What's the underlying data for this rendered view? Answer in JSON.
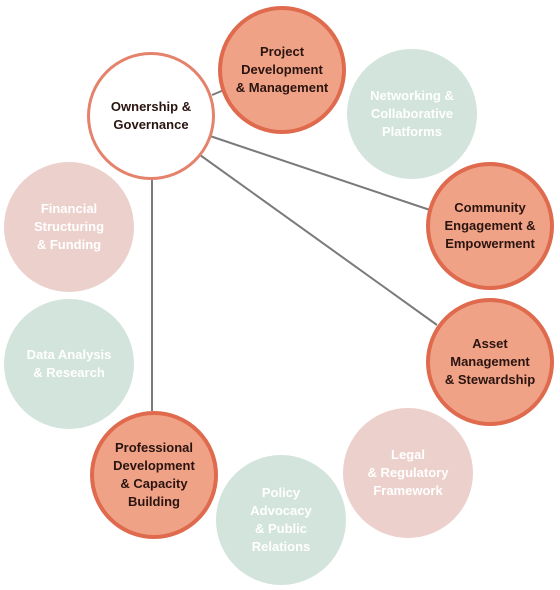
{
  "diagram": {
    "hub": {
      "label": "Ownership &\nGovernance",
      "state": "selected"
    },
    "nodes": [
      {
        "id": "project-development",
        "label": "Project\nDevelopment\n& Management",
        "state": "connected"
      },
      {
        "id": "networking",
        "label": "Networking &\nCollaborative\nPlatforms",
        "state": "inactive"
      },
      {
        "id": "community-engagement",
        "label": "Community\nEngagement &\nEmpowerment",
        "state": "connected"
      },
      {
        "id": "asset-management",
        "label": "Asset\nManagement\n& Stewardship",
        "state": "connected"
      },
      {
        "id": "legal-regulatory",
        "label": "Legal\n& Regulatory\nFramework",
        "state": "inactive"
      },
      {
        "id": "policy-advocacy",
        "label": "Policy\nAdvocacy\n& Public\nRelations",
        "state": "inactive"
      },
      {
        "id": "professional-development",
        "label": "Professional\nDevelopment\n& Capacity\nBuilding",
        "state": "connected"
      },
      {
        "id": "data-analysis",
        "label": "Data Analysis\n& Research",
        "state": "inactive"
      },
      {
        "id": "financial-structuring",
        "label": "Financial\nStructuring\n& Funding",
        "state": "inactive"
      }
    ],
    "colors": {
      "connected_fill": "#f0a286",
      "connected_border": "#df6a4d",
      "hub_border": "#e4826b",
      "inactive_green": "#d3e4dc",
      "inactive_pink": "#ecd0cb",
      "connector": "#7a7a7a"
    }
  }
}
